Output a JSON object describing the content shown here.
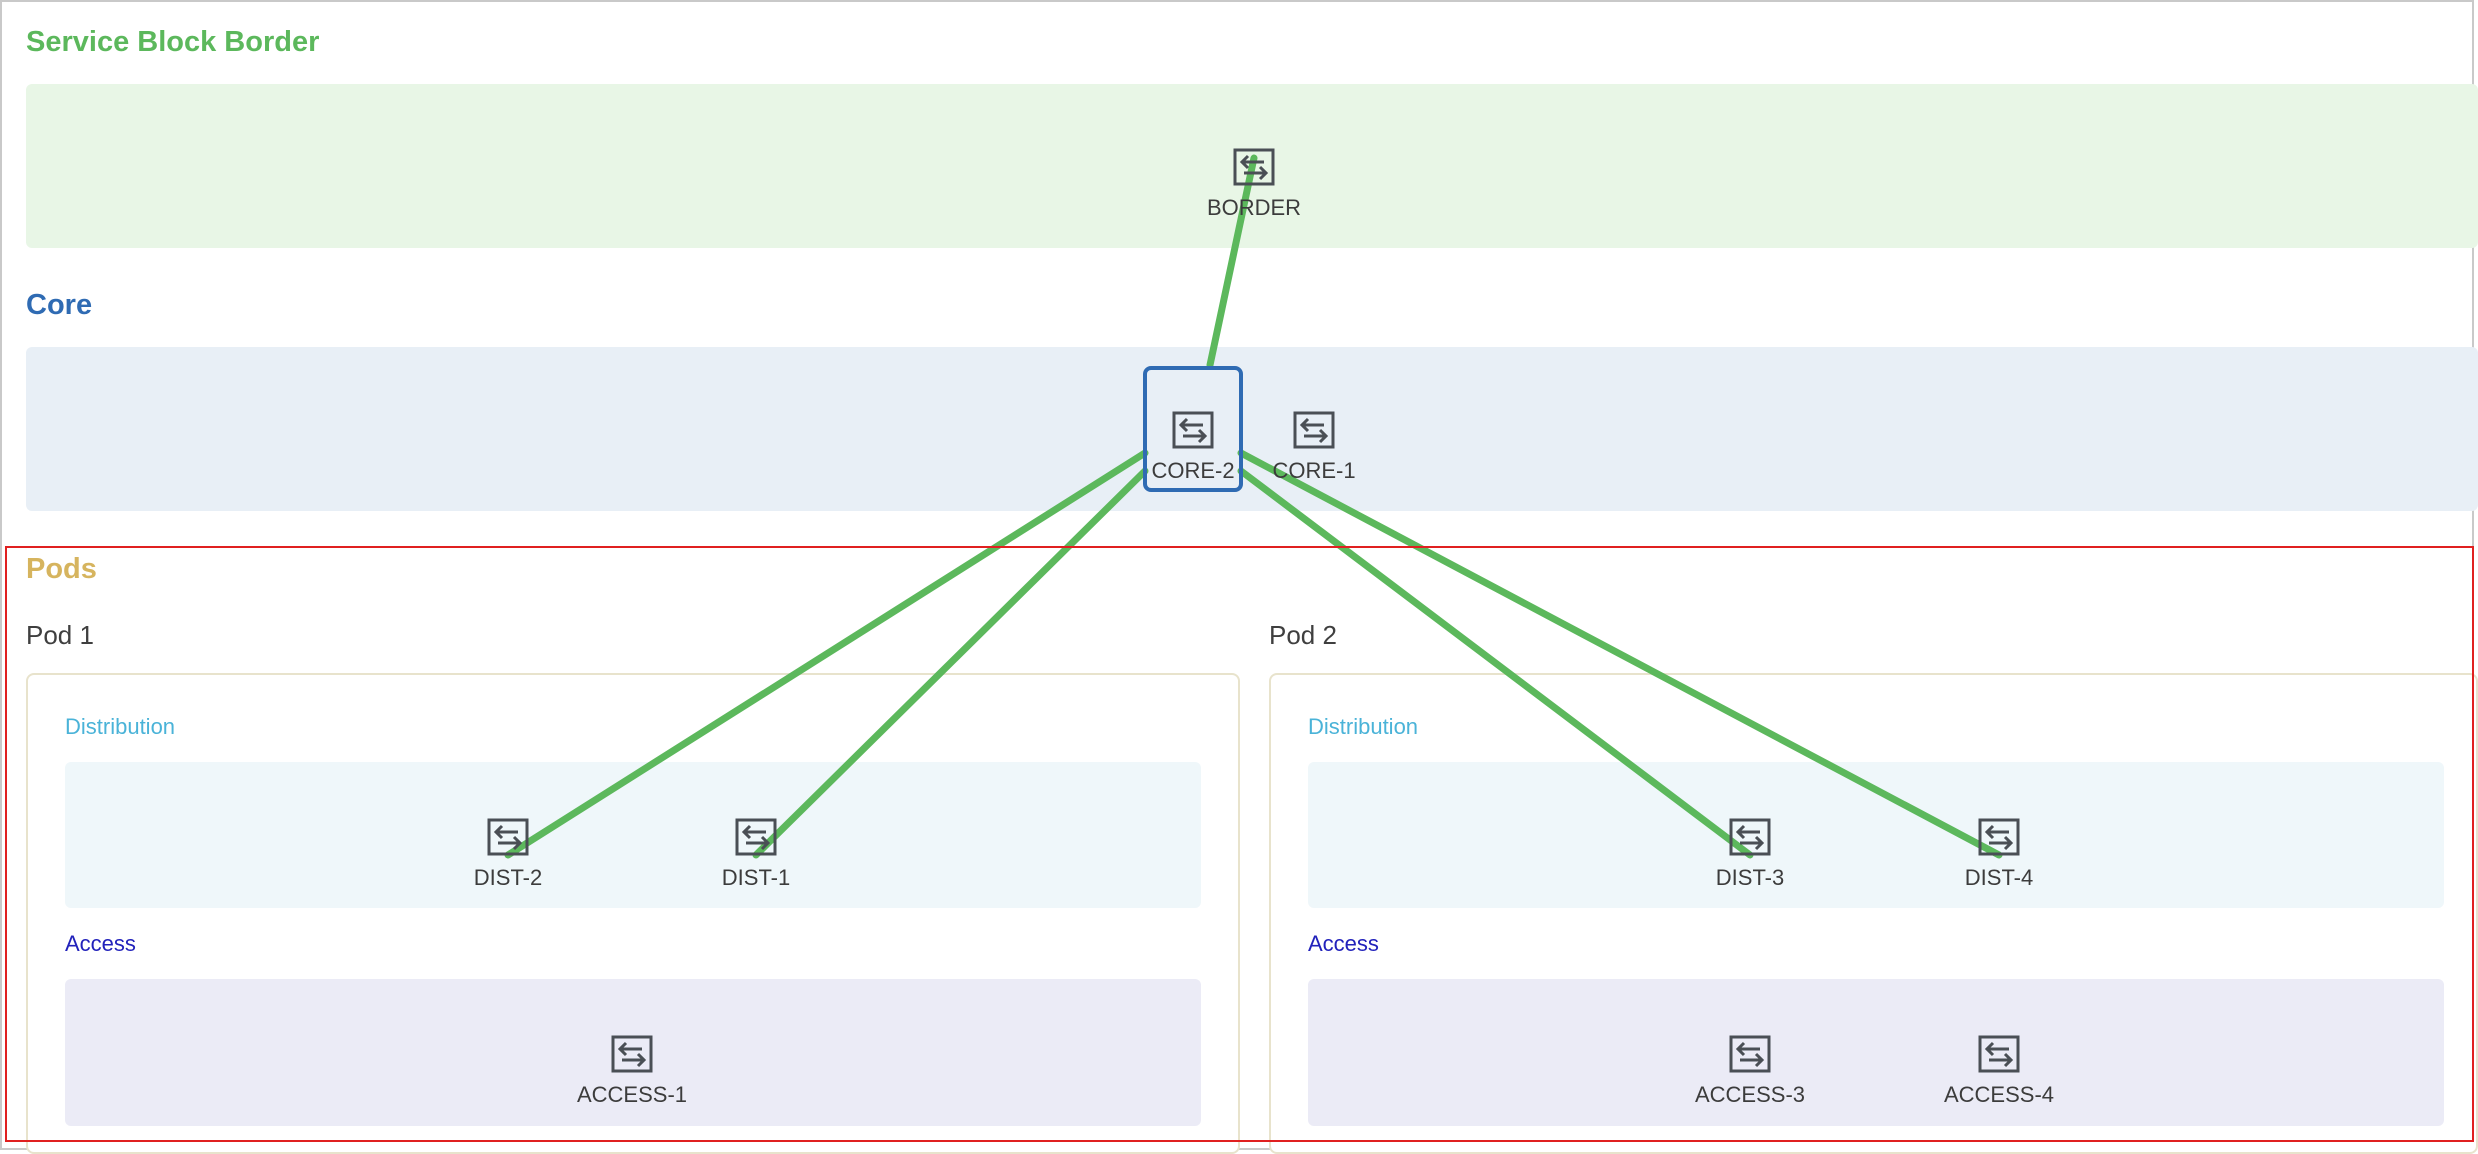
{
  "colors": {
    "border_title": "#5cb85c",
    "core_title": "#2f6bb3",
    "pods_title": "#d6b45e",
    "link": "#5cb85c",
    "selected": "#2f6bb3",
    "highlight": "#e02020",
    "distribution_label": "#4ab3d8",
    "access_label": "#2222bb"
  },
  "sections": {
    "border": {
      "title": "Service Block Border"
    },
    "core": {
      "title": "Core"
    },
    "pods": {
      "title": "Pods"
    }
  },
  "pods": [
    {
      "label": "Pod 1",
      "distribution_label": "Distribution",
      "access_label": "Access"
    },
    {
      "label": "Pod 2",
      "distribution_label": "Distribution",
      "access_label": "Access"
    }
  ],
  "nodes": {
    "border": {
      "label": "BORDER",
      "icon": "switch-icon"
    },
    "core2": {
      "label": "CORE-2",
      "icon": "switch-icon",
      "selected": true
    },
    "core1": {
      "label": "CORE-1",
      "icon": "switch-icon"
    },
    "dist2": {
      "label": "DIST-2",
      "icon": "switch-icon"
    },
    "dist1": {
      "label": "DIST-1",
      "icon": "switch-icon"
    },
    "dist3": {
      "label": "DIST-3",
      "icon": "switch-icon"
    },
    "dist4": {
      "label": "DIST-4",
      "icon": "switch-icon"
    },
    "access1": {
      "label": "ACCESS-1",
      "icon": "switch-icon"
    },
    "access3": {
      "label": "ACCESS-3",
      "icon": "switch-icon"
    },
    "access4": {
      "label": "ACCESS-4",
      "icon": "switch-icon"
    }
  },
  "links": [
    [
      "core2",
      "border"
    ],
    [
      "core2",
      "dist2"
    ],
    [
      "core2",
      "dist1"
    ],
    [
      "core2",
      "dist3"
    ],
    [
      "core2",
      "dist4"
    ]
  ]
}
